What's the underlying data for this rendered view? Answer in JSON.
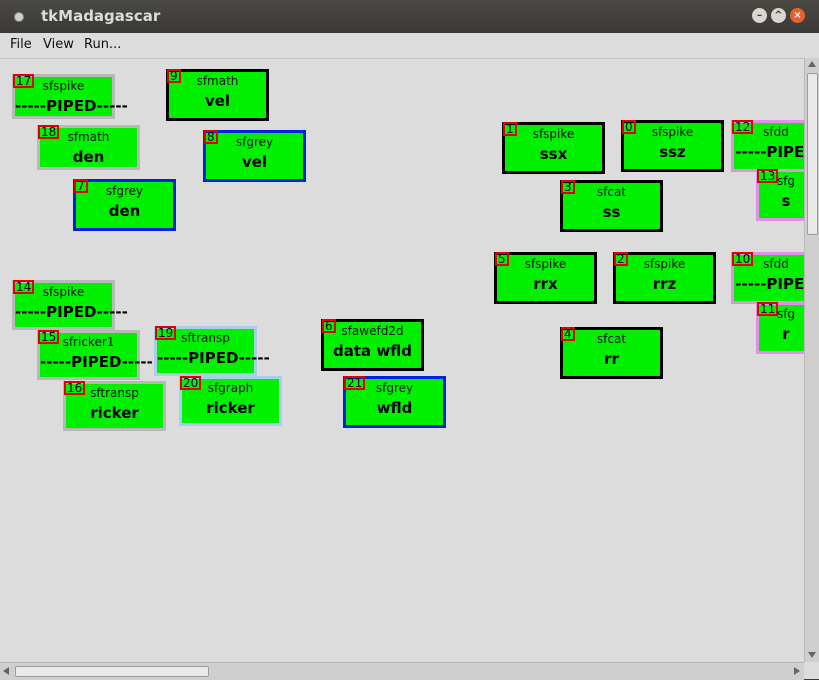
{
  "window": {
    "title": "tkMadagascar"
  },
  "menu": {
    "file": "File",
    "view": "View",
    "run": "Run..."
  },
  "nodes": [
    {
      "id": "17",
      "program": "sfspike",
      "label": "-----PIPED-----"
    },
    {
      "id": "18",
      "program": "sfmath",
      "label": "den"
    },
    {
      "id": "7",
      "program": "sfgrey",
      "label": "den"
    },
    {
      "id": "9",
      "program": "sfmath",
      "label": "vel"
    },
    {
      "id": "8",
      "program": "sfgrey",
      "label": "vel"
    },
    {
      "id": "1",
      "program": "sfspike",
      "label": "ssx"
    },
    {
      "id": "0",
      "program": "sfspike",
      "label": "ssz"
    },
    {
      "id": "12",
      "program": "sfdd",
      "label": "-----PIPED"
    },
    {
      "id": "13",
      "program": "sfg",
      "label": "s"
    },
    {
      "id": "3",
      "program": "sfcat",
      "label": "ss"
    },
    {
      "id": "5",
      "program": "sfspike",
      "label": "rrx"
    },
    {
      "id": "2",
      "program": "sfspike",
      "label": "rrz"
    },
    {
      "id": "10",
      "program": "sfdd",
      "label": "-----PIPED"
    },
    {
      "id": "11",
      "program": "sfg",
      "label": "r"
    },
    {
      "id": "4",
      "program": "sfcat",
      "label": "rr"
    },
    {
      "id": "14",
      "program": "sfspike",
      "label": "-----PIPED-----"
    },
    {
      "id": "15",
      "program": "sfricker1",
      "label": "-----PIPED-----"
    },
    {
      "id": "16",
      "program": "sftransp",
      "label": "ricker"
    },
    {
      "id": "19",
      "program": "sftransp",
      "label": "-----PIPED-----"
    },
    {
      "id": "20",
      "program": "sfgraph",
      "label": "ricker"
    },
    {
      "id": "6",
      "program": "sfawefd2d",
      "label": "data wfld"
    },
    {
      "id": "21",
      "program": "sfgrey",
      "label": "wfld"
    }
  ]
}
